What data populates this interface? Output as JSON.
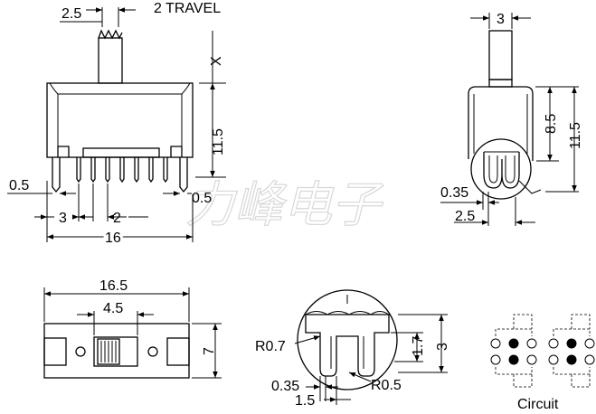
{
  "watermark": "力峰电子",
  "front_view": {
    "travel_dim": "2.5",
    "travel_label": "2 TRAVEL",
    "actuator_height": "X",
    "body_height": "11.5",
    "pin_offset_left": "0.5",
    "pin_offset_right": "0.5",
    "pin_edge": "3",
    "pin_pitch": "2",
    "overall_width": "16"
  },
  "side_view": {
    "actuator_width": "3",
    "body_height": "8.5",
    "total_height": "11.5",
    "pin_thickness": "0.35",
    "pin_offset": "2.5"
  },
  "top_view": {
    "overall_length": "16.5",
    "slot_length": "4.5",
    "width": "7"
  },
  "terminal_detail": {
    "radius_top": "R0.7",
    "radius_bottom": "R0.5",
    "slot_depth": "1.7",
    "height": "3",
    "thickness": "0.35",
    "width": "1.5"
  },
  "circuit": {
    "label": "Circuit"
  }
}
